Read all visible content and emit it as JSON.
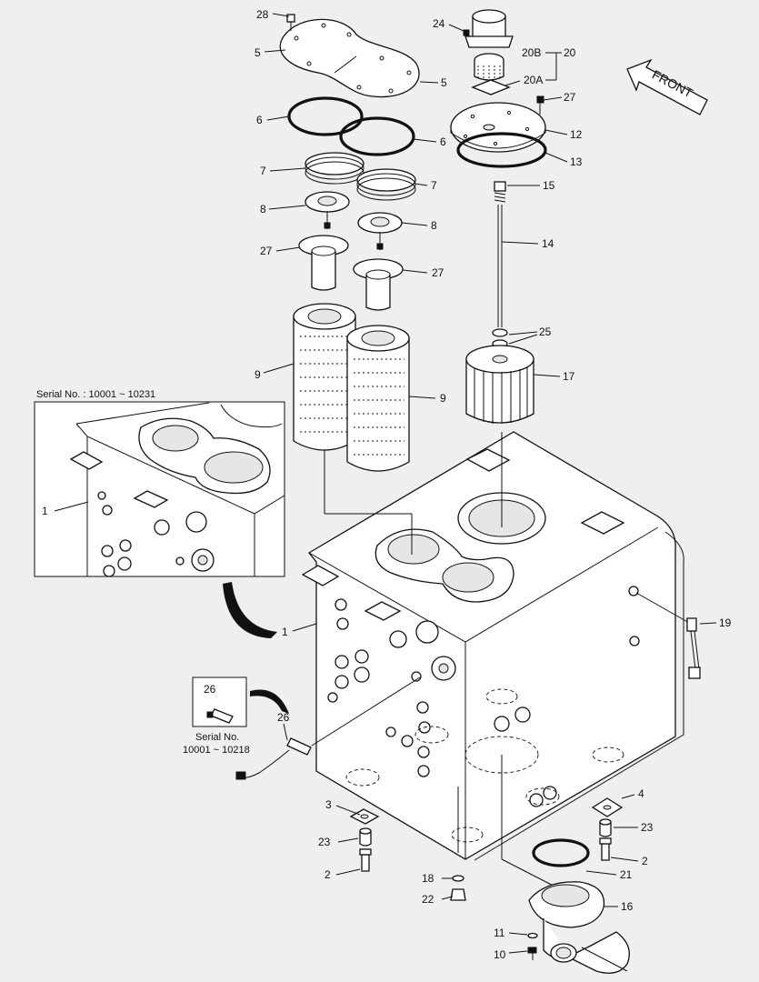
{
  "orientation": {
    "label": "FRONT"
  },
  "inset_top": {
    "caption": "Serial No. : 10001 ~ 10231"
  },
  "inset_sensor": {
    "part": "26",
    "caption_line1": "Serial No.",
    "caption_line2": "10001 ~ 10218"
  },
  "callouts": [
    "28",
    "5",
    "5",
    "6",
    "6",
    "7",
    "7",
    "8",
    "8",
    "27",
    "27",
    "9",
    "9",
    "24",
    "20B",
    "20",
    "20A",
    "27",
    "12",
    "13",
    "15",
    "14",
    "25",
    "17",
    "1",
    "1",
    "19",
    "26",
    "26",
    "3",
    "4",
    "23",
    "23",
    "2",
    "2",
    "21",
    "18",
    "22",
    "16",
    "11",
    "10"
  ]
}
